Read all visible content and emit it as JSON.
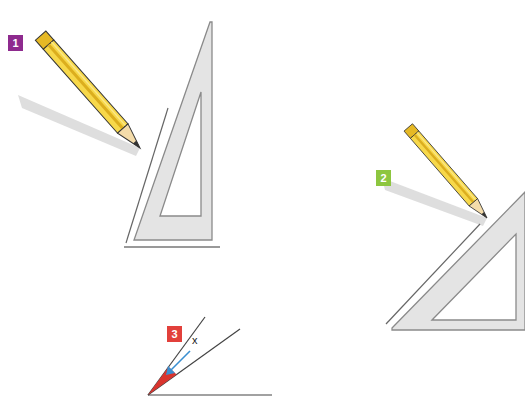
{
  "diagram": {
    "labels": [
      "1",
      "2",
      "3",
      "x"
    ]
  }
}
